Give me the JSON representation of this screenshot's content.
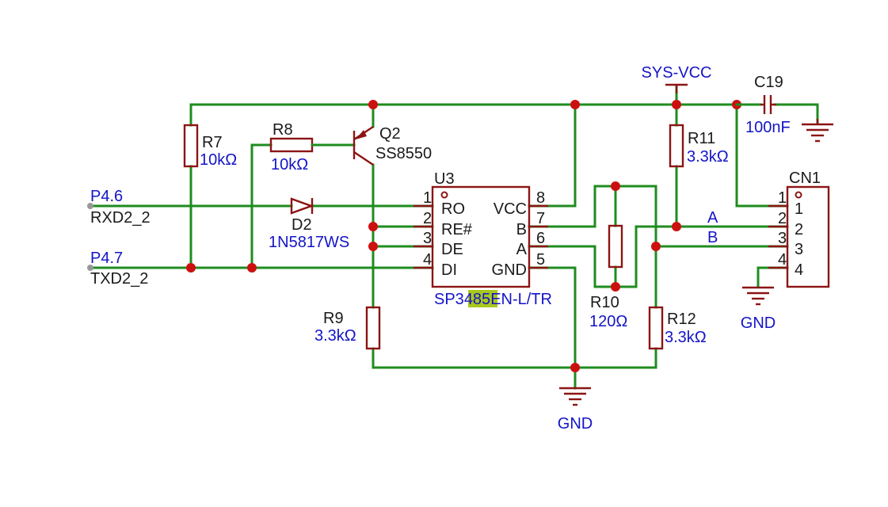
{
  "nets": {
    "p46": "P4.6",
    "rxd": "RXD2_2",
    "p47": "P4.7",
    "txd": "TXD2_2",
    "sys_vcc": "SYS-VCC",
    "gnd_main": "GND",
    "gnd_conn": "GND",
    "bus_a": "A",
    "bus_b": "B"
  },
  "components": {
    "r7": {
      "ref": "R7",
      "value": "10kΩ"
    },
    "r8": {
      "ref": "R8",
      "value": "10kΩ"
    },
    "q2": {
      "ref": "Q2",
      "value": "SS8550"
    },
    "d2": {
      "ref": "D2",
      "value": "1N5817WS"
    },
    "r9": {
      "ref": "R9",
      "value": "3.3kΩ"
    },
    "r10": {
      "ref": "R10",
      "value": "120Ω"
    },
    "r11": {
      "ref": "R11",
      "value": "3.3kΩ"
    },
    "r12": {
      "ref": "R12",
      "value": "3.3kΩ"
    },
    "c19": {
      "ref": "C19",
      "value": "100nF"
    },
    "u3": {
      "ref": "U3",
      "part_prefix": "SP3",
      "part_highlight": "485",
      "part_suffix": "EN-L/TR",
      "highlight_color": "#a8c81e",
      "pins_left": [
        {
          "num": "1",
          "name": "RO"
        },
        {
          "num": "2",
          "name": "RE#"
        },
        {
          "num": "3",
          "name": "DE"
        },
        {
          "num": "4",
          "name": "DI"
        }
      ],
      "pins_right": [
        {
          "num": "8",
          "name": "VCC"
        },
        {
          "num": "7",
          "name": "B"
        },
        {
          "num": "6",
          "name": "A"
        },
        {
          "num": "5",
          "name": "GND"
        }
      ]
    },
    "cn1": {
      "ref": "CN1",
      "pins": [
        {
          "num": "1",
          "label": "1"
        },
        {
          "num": "2",
          "label": "2"
        },
        {
          "num": "3",
          "label": "3"
        },
        {
          "num": "4",
          "label": "4"
        }
      ]
    }
  },
  "colors": {
    "wire": "#1f8c1f",
    "component": "#8c1414",
    "junction": "#cc1010",
    "label": "#1414c8",
    "net_label": "#1a1a1a"
  }
}
